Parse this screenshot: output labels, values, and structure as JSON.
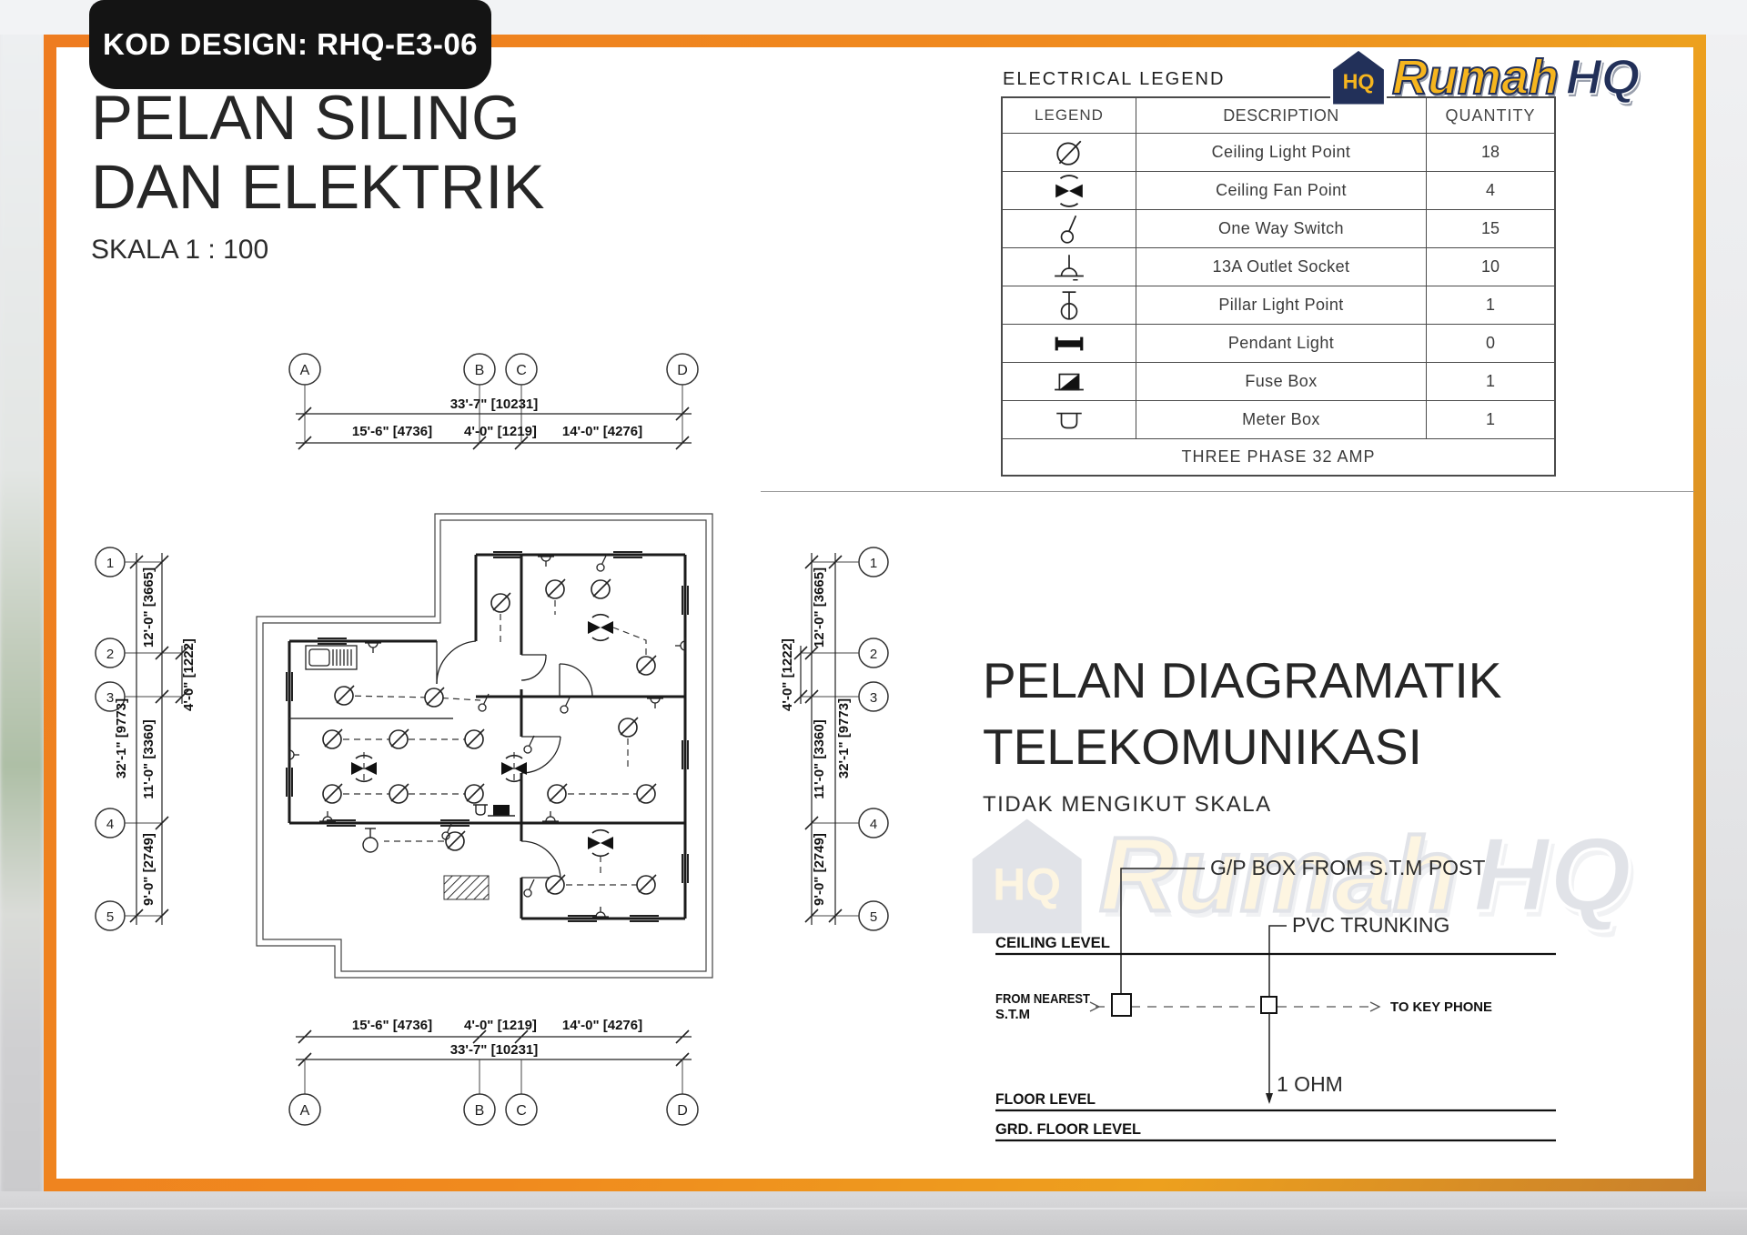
{
  "badge": {
    "label": "KOD DESIGN: RHQ-E3-06"
  },
  "header": {
    "title_line1": "PELAN SILING",
    "title_line2": "DAN ELEKTRIK",
    "scale": "SKALA 1 : 100"
  },
  "logo": {
    "brand_rumah": "Rumah",
    "brand_hq": "HQ",
    "monogram": "HQ",
    "colors": {
      "yellow": "#F6B51E",
      "navy": "#223059"
    }
  },
  "legend_table": {
    "title": "ELECTRICAL LEGEND",
    "columns": [
      "LEGEND",
      "DESCRIPTION",
      "QUANTITY"
    ],
    "rows": [
      {
        "symbol": "ceiling-light-point",
        "description": "Ceiling Light Point",
        "quantity": "18"
      },
      {
        "symbol": "ceiling-fan-point",
        "description": "Ceiling Fan Point",
        "quantity": "4"
      },
      {
        "symbol": "one-way-switch",
        "description": "One Way Switch",
        "quantity": "15"
      },
      {
        "symbol": "outlet-socket-13a",
        "description": "13A Outlet Socket",
        "quantity": "10"
      },
      {
        "symbol": "pillar-light-point",
        "description": "Pillar Light Point",
        "quantity": "1"
      },
      {
        "symbol": "pendant-light",
        "description": "Pendant Light",
        "quantity": "0"
      },
      {
        "symbol": "fuse-box",
        "description": "Fuse Box",
        "quantity": "1"
      },
      {
        "symbol": "meter-box",
        "description": "Meter Box",
        "quantity": "1"
      }
    ],
    "footer": "THREE PHASE 32 AMP"
  },
  "floor_plan": {
    "grid_columns": [
      "A",
      "B",
      "C",
      "D"
    ],
    "grid_rows": [
      "1",
      "2",
      "3",
      "4",
      "5"
    ],
    "dim_h_overall": "33'-7\" [10231]",
    "dim_h_segments": [
      "15'-6\" [4736]",
      "4'-0\" [1219]",
      "14'-0\" [4276]"
    ],
    "dim_v_overall": "32'-1\" [9773]",
    "dim_v_segments": [
      "12'-0\" [3665]",
      "4'-0\" [1222]",
      "11'-0\" [3360]",
      "9'-0\" [2749]"
    ]
  },
  "telecom": {
    "title_line1": "PELAN DIAGRAMATIK",
    "title_line2": "TELEKOMUNIKASI",
    "subtitle": "TIDAK MENGIKUT SKALA",
    "labels": {
      "gp_box": "G/P BOX FROM  S.T.M  POST",
      "pvc_trunking": "PVC TRUNKING",
      "ceiling_level": "CEILING LEVEL",
      "from_nearest_1": "FROM NEAREST",
      "from_nearest_2": "S.T.M",
      "to_key_phone": "TO KEY PHONE",
      "ohm": "1 OHM",
      "floor_level": "FLOOR LEVEL",
      "grd_floor_level": "GRD. FLOOR LEVEL"
    }
  }
}
